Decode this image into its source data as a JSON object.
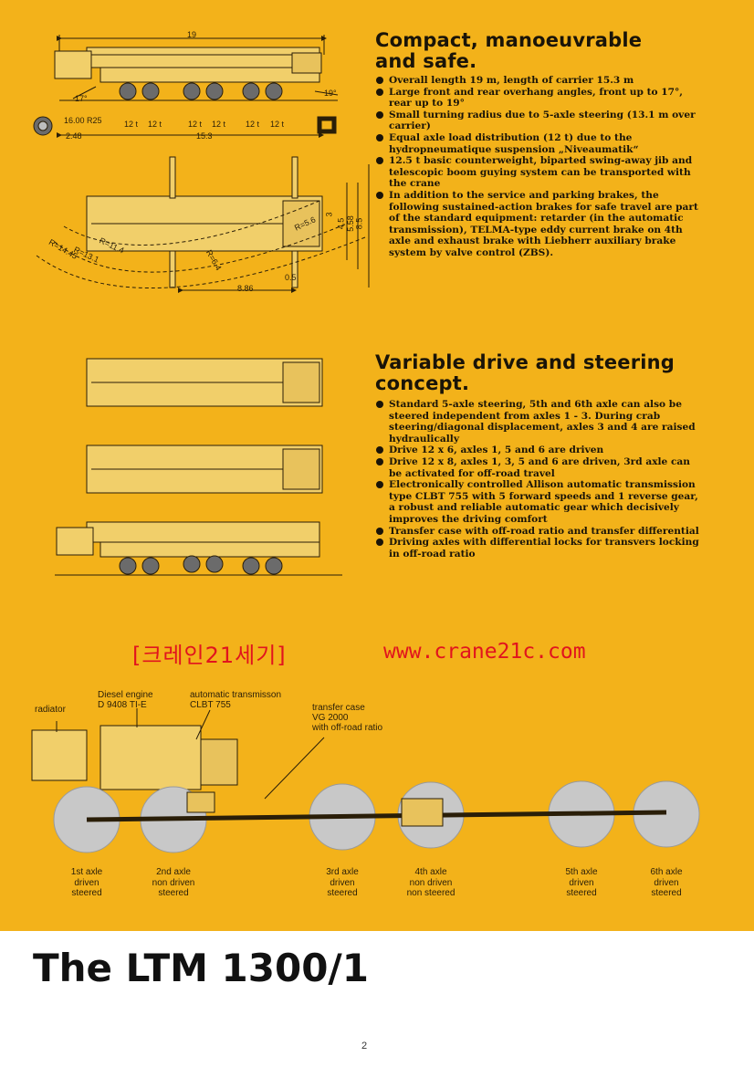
{
  "section_compact": {
    "title": "Compact, manoeuvrable and safe.",
    "bullets": [
      "Overall length 19 m, length of carrier 15.3 m",
      "Large front and rear overhang angles, front up to 17°, rear up to 19°",
      "Small turning radius due to 5-axle steering (13.1 m over carrier)",
      "Equal axle load distribution (12 t) due to the hydropneumatique suspension „Niveaumatik“",
      "12.5 t basic counterweight, biparted swing-away jib and telescopic boom guying system can be transported with the crane",
      "In addition to the service and parking brakes, the following sustained-action brakes for safe travel are part of the standard equipment: retarder (in the automatic transmission), TELMA-type eddy current brake on 4th axle and exhaust brake with Liebherr auxiliary brake system by valve control (ZBS)."
    ]
  },
  "section_drive": {
    "title": "Variable drive and steering concept.",
    "bullets": [
      "Standard 5-axle steering, 5th and 6th axle can also be steered independent from axles 1 - 3. During crab steering/diagonal displacement, axles 3 and 4 are raised hydraulically",
      "Drive 12 x 6, axles 1, 5 and 6 are driven",
      "Drive 12 x 8, axles 1, 3, 5 and 6 are driven, 3rd axle can be activated for off-road travel",
      "Electronically controlled Allison automatic transmission type CLBT 755 with 5 forward speeds and 1 reverse gear, a robust and reliable automatic gear which decisively improves the driving comfort",
      "Transfer case with off-road ratio and transfer differential",
      "Driving axles with differential locks for transvers locking in off-road ratio"
    ]
  },
  "side_view_dims": {
    "overall": "19",
    "front_angle": "17°",
    "rear_angle": "19°",
    "tyre": "16.00 R25",
    "axle_loads": [
      "12 t",
      "12 t",
      "12 t",
      "12 t",
      "12 t",
      "12 t"
    ],
    "front_overhang": "2.48",
    "carrier_length": "15.3"
  },
  "top_view_dims": {
    "r1": "R=13.1",
    "r2": "R=11.4",
    "r3": "R=14.45",
    "r4": "R=6.4",
    "r5": "R=5.6",
    "w1": "3",
    "w2": "4.5",
    "w3": "5.58",
    "w4": "8.5",
    "outrigger_len": "8.86",
    "offset": "0.5"
  },
  "watermark": {
    "korean": "[크레인21세기]",
    "url": "www.crane21c.com"
  },
  "drivetrain": {
    "radiator": "radiator",
    "engine": [
      "Diesel engine",
      "D 9408 TI-E"
    ],
    "transmission": [
      "automatic transmisson",
      "CLBT 755"
    ],
    "transfer": [
      "transfer case",
      "VG 2000",
      "with off-road ratio"
    ],
    "axles": [
      [
        "1st axle",
        "driven",
        "steered"
      ],
      [
        "2nd axle",
        "non driven",
        "steered"
      ],
      [
        "3rd axle",
        "driven",
        "steered"
      ],
      [
        "4th axle",
        "non driven",
        "non steered"
      ],
      [
        "5th axle",
        "driven",
        "steered"
      ],
      [
        "6th axle",
        "driven",
        "steered"
      ]
    ]
  },
  "footer": {
    "title": "The LTM 1300/1",
    "page": "2"
  },
  "colors": {
    "page_yellow": "#f3b21a",
    "crane_body": "#f1cf6a",
    "watermark_red": "#e1141e",
    "wheel": "#c8c8c8"
  }
}
